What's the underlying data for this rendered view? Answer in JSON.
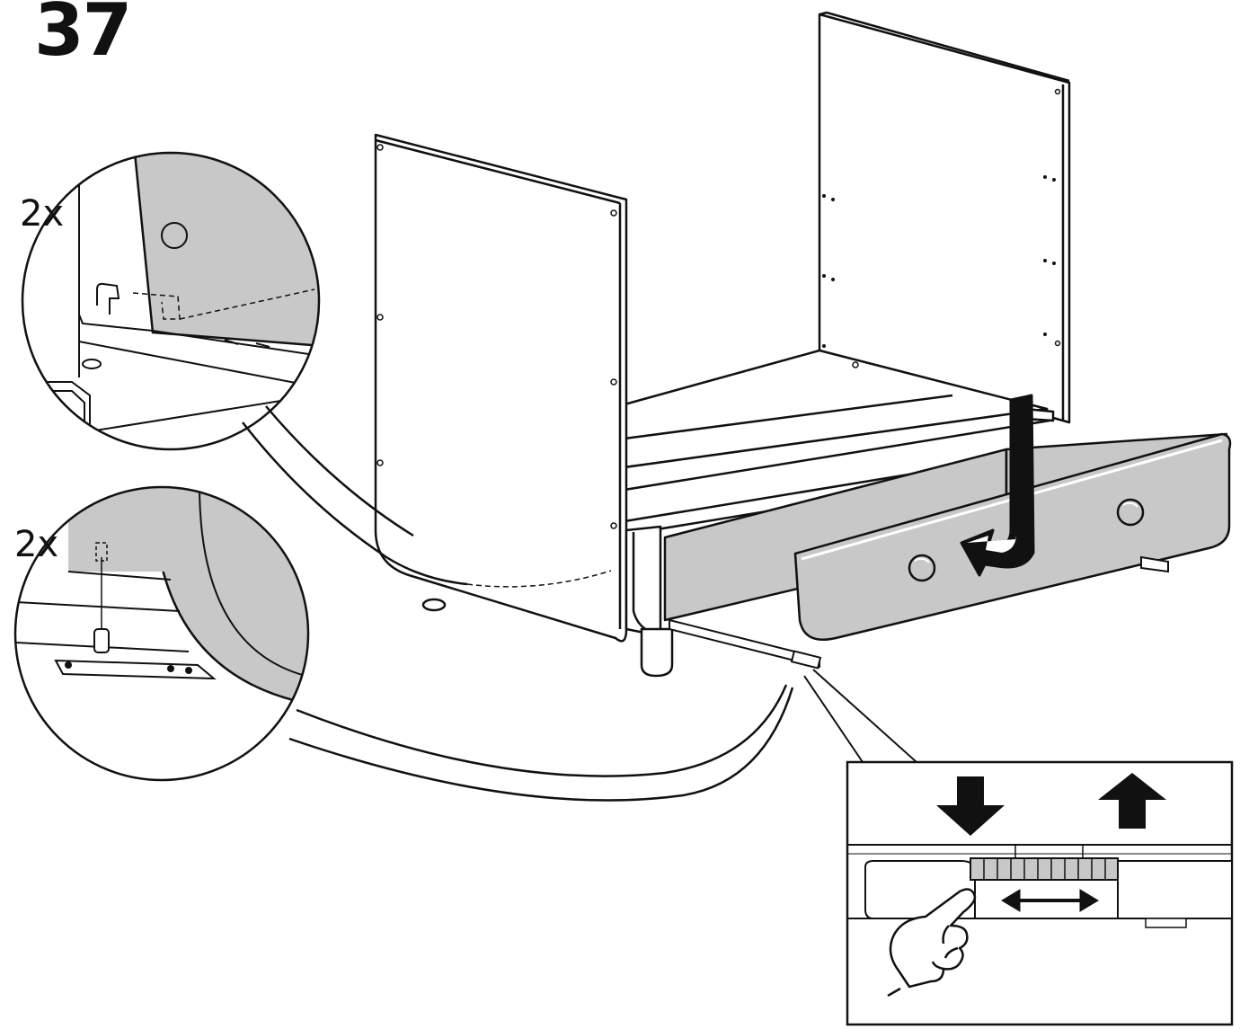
{
  "step": {
    "number": "37"
  },
  "detail_top": {
    "quantity": "2x"
  },
  "detail_bottom": {
    "quantity": "2x"
  },
  "colors": {
    "line": "#111111",
    "panel_fill": "#c8c8c8",
    "background": "#ffffff"
  },
  "icons": {
    "move_down": "arrow-down-icon",
    "move_up": "arrow-up-icon",
    "slide_sideways": "double-arrow-icon",
    "press": "hand-pointer-icon",
    "insert": "curved-arrow-icon"
  }
}
